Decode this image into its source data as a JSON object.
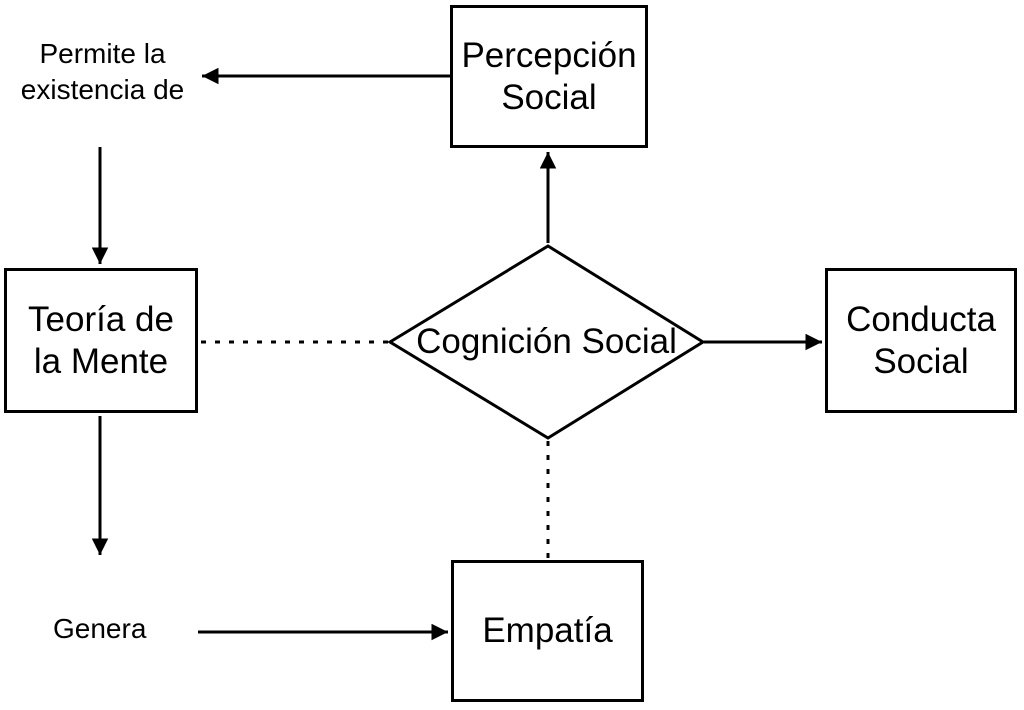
{
  "colors": {
    "background": "#ffffff",
    "line": "#000000",
    "text": "#000000"
  },
  "nodes": {
    "percepcion": {
      "label": "Percepción\nSocial",
      "shape": "rectangle"
    },
    "teoria": {
      "label": "Teoría de\nla Mente",
      "shape": "rectangle"
    },
    "conducta": {
      "label": "Conducta\nSocial",
      "shape": "rectangle"
    },
    "empatia": {
      "label": "Empatía",
      "shape": "rectangle"
    },
    "cognicion": {
      "label": "Cognición Social",
      "shape": "diamond"
    }
  },
  "labels": {
    "permite": "Permite la\nexistencia de",
    "genera": "Genera"
  },
  "edges": [
    {
      "from": "Percepción Social",
      "to": "Permite la existencia de",
      "style": "solid",
      "arrowhead": "end"
    },
    {
      "from": "Permite la existencia de",
      "to": "Teoría de la Mente",
      "style": "solid",
      "arrowhead": "end"
    },
    {
      "from": "Teoría de la Mente",
      "to": "Cognición Social",
      "style": "dotted",
      "arrowhead": "none"
    },
    {
      "from": "Cognición Social",
      "to": "Percepción Social",
      "style": "solid",
      "arrowhead": "end"
    },
    {
      "from": "Cognición Social",
      "to": "Conducta Social",
      "style": "solid",
      "arrowhead": "end"
    },
    {
      "from": "Teoría de la Mente",
      "to": "Genera",
      "style": "solid",
      "arrowhead": "end"
    },
    {
      "from": "Genera",
      "to": "Empatía",
      "style": "solid",
      "arrowhead": "end"
    },
    {
      "from": "Cognición Social",
      "to": "Empatía",
      "style": "dotted",
      "arrowhead": "none"
    }
  ]
}
